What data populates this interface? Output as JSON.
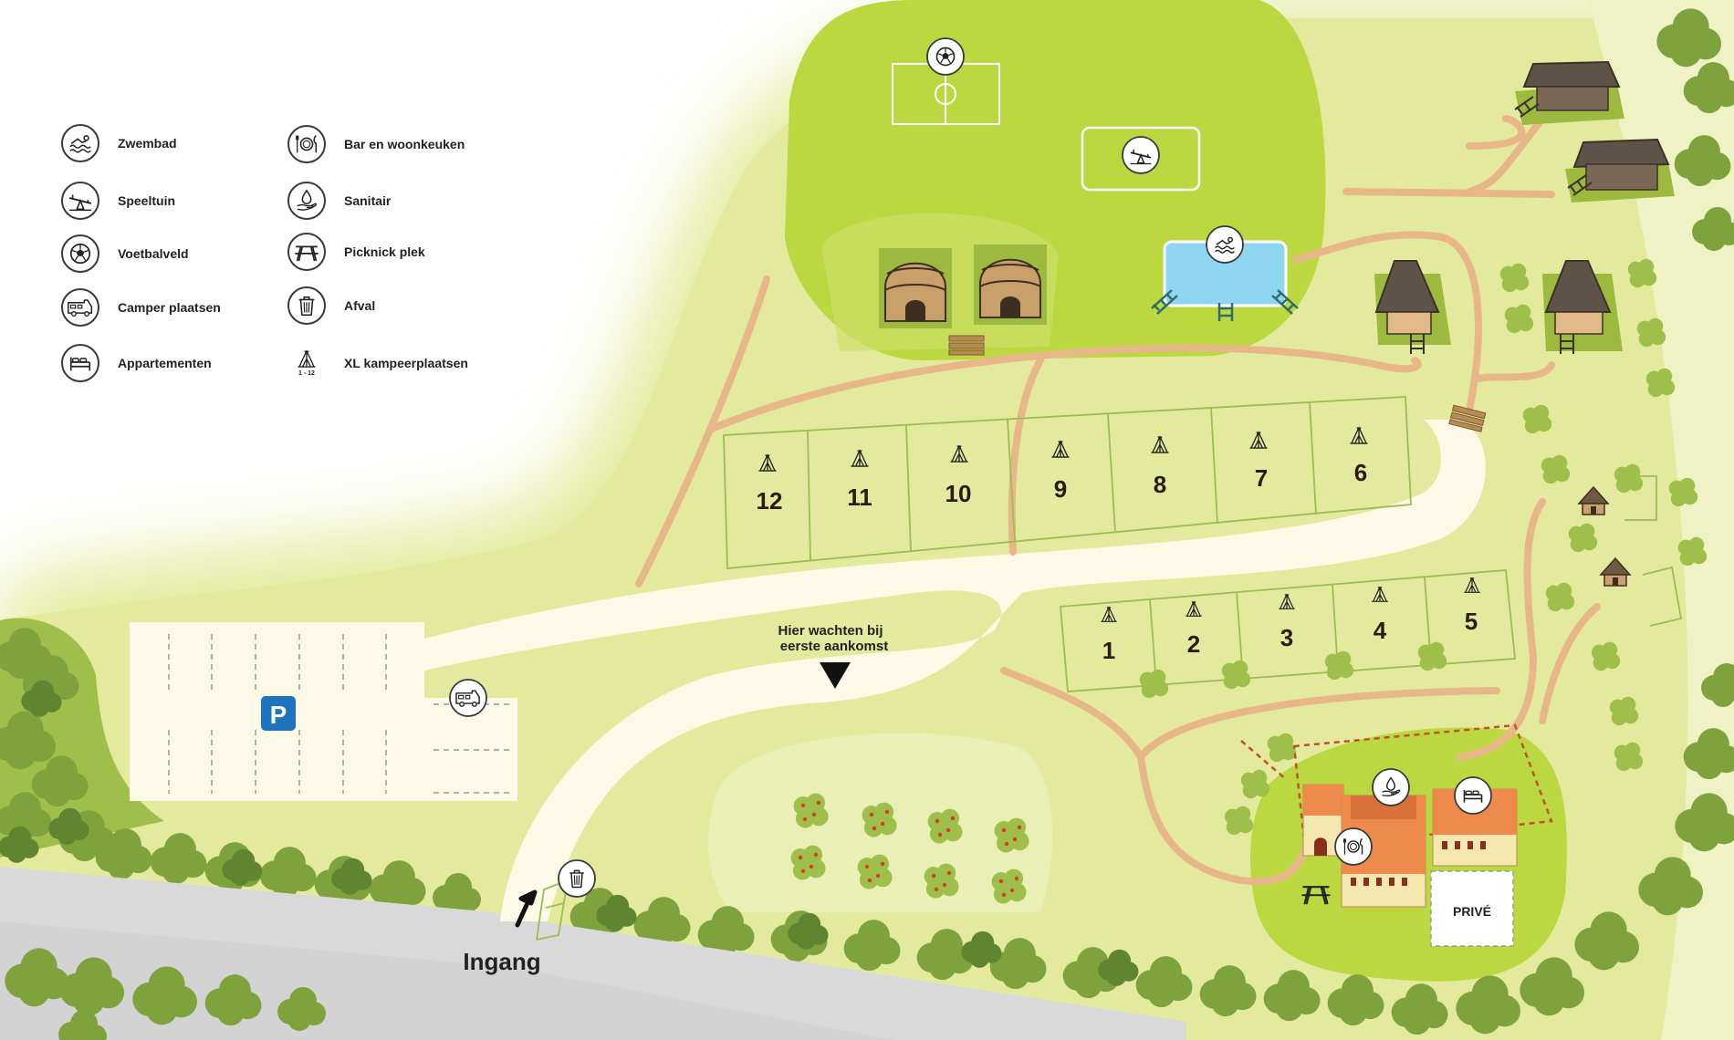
{
  "legend": {
    "items": [
      {
        "label": "Zwembad",
        "icon": "swimmer-icon"
      },
      {
        "label": "Speeltuin",
        "icon": "seesaw-icon"
      },
      {
        "label": "Voetbalveld",
        "icon": "football-icon"
      },
      {
        "label": "Camper plaatsen",
        "icon": "camper-icon"
      },
      {
        "label": "Appartementen",
        "icon": "bed-icon"
      },
      {
        "label": "Bar en woonkeuken",
        "icon": "plate-cutlery-icon"
      },
      {
        "label": "Sanitair",
        "icon": "hand-drop-icon"
      },
      {
        "label": "Picknick plek",
        "icon": "picnic-table-icon"
      },
      {
        "label": "Afval",
        "icon": "trash-bin-icon"
      },
      {
        "label": "XL kampeerplaatsen",
        "icon": "tent-icon"
      }
    ],
    "tent_range": "1 - 12"
  },
  "map": {
    "pitches_top": [
      "12",
      "11",
      "10",
      "9",
      "8",
      "7",
      "6"
    ],
    "pitches_bottom": [
      "1",
      "2",
      "3",
      "4",
      "5"
    ],
    "parking_sign": "P",
    "wait_note_line1": "Hier wachten bij",
    "wait_note_line2": "eerste aankomst",
    "entrance_label": "Ingang",
    "private_label": "PRIVÉ"
  },
  "colors": {
    "meadow": "#e3ea9d",
    "lawn": "#bcd840",
    "path": "#e8b789",
    "road": "#d8d8d8",
    "drive": "#fdf9e7",
    "pool": "#8fd6f2",
    "roof": "#ef8a4d",
    "parking_blue": "#1e73be"
  }
}
